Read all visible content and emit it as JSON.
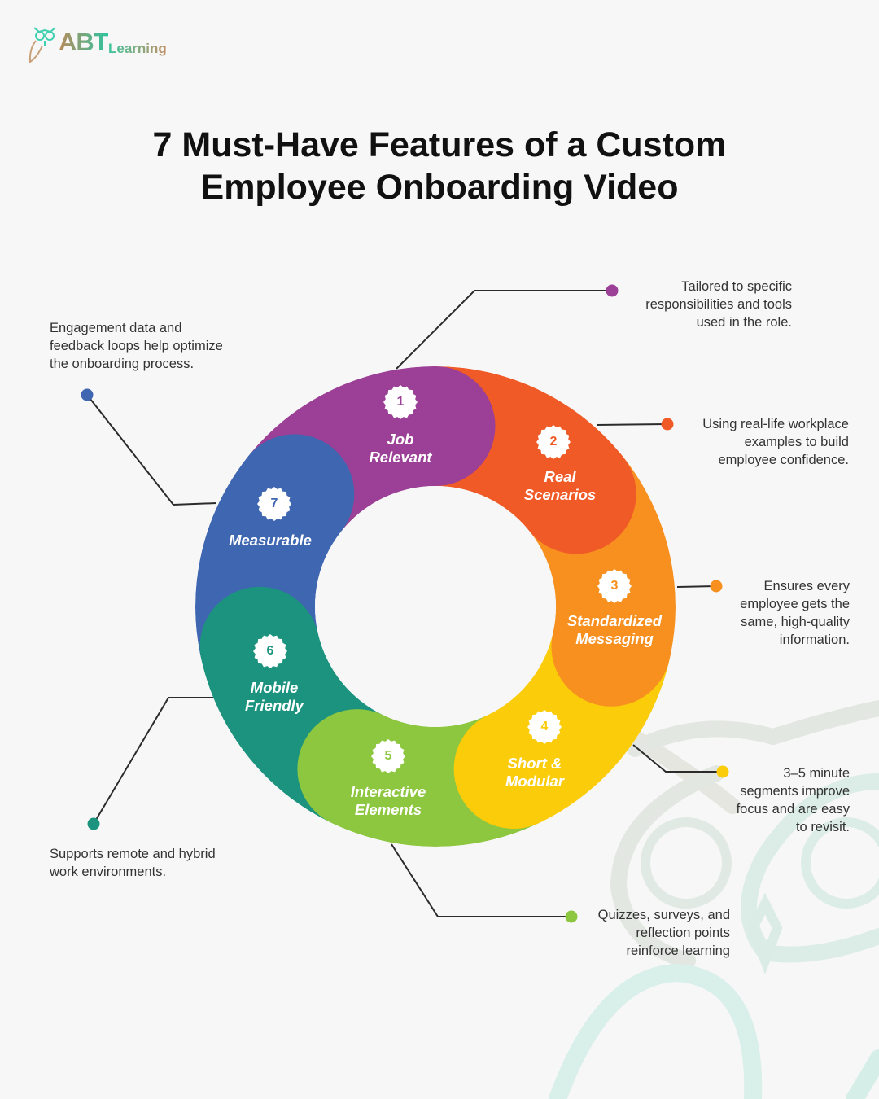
{
  "logo": {
    "brand": "ABT",
    "suffix": "Learning"
  },
  "title": {
    "line1": "7 Must-Have Features of a Custom",
    "line2": "Employee Onboarding Video"
  },
  "features": [
    {
      "number": "1",
      "label_line1": "Job",
      "label_line2": "Relevant",
      "color": "#9c3f96",
      "description": [
        "Tailored to specific",
        "responsibilities and tools",
        "used in the role."
      ]
    },
    {
      "number": "2",
      "label_line1": "Real",
      "label_line2": "Scenarios",
      "color": "#f05a27",
      "description": [
        "Using real-life workplace",
        "examples to build",
        "employee confidence."
      ]
    },
    {
      "number": "3",
      "label_line1": "Standardized",
      "label_line2": "Messaging",
      "color": "#f7901f",
      "description": [
        "Ensures every",
        "employee gets the",
        "same, high-quality",
        "information."
      ]
    },
    {
      "number": "4",
      "label_line1": "Short &",
      "label_line2": "Modular",
      "color": "#facc0a",
      "description": [
        "3–5 minute",
        "segments improve",
        "focus and are easy",
        "to revisit."
      ]
    },
    {
      "number": "5",
      "label_line1": "Interactive",
      "label_line2": "Elements",
      "color": "#8dc63f",
      "description": [
        "Quizzes, surveys, and",
        "reflection points",
        "reinforce learning"
      ]
    },
    {
      "number": "6",
      "label_line1": "Mobile",
      "label_line2": "Friendly",
      "color": "#1b937e",
      "description": [
        "Supports remote and hybrid",
        "work environments."
      ]
    },
    {
      "number": "7",
      "label_line1": "Measurable",
      "label_line2": "",
      "color": "#3f66b0",
      "description": [
        "Engagement data and",
        "feedback loops help optimize",
        "the onboarding process."
      ]
    }
  ]
}
